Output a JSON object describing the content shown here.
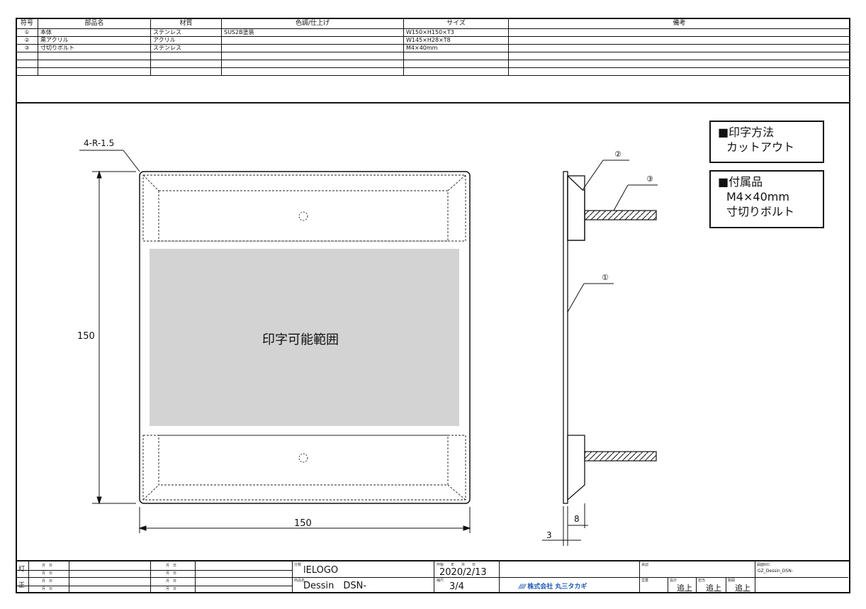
{
  "parts_table": {
    "headers": {
      "symbol": "符号",
      "name": "部品名",
      "material": "材質",
      "finish": "色調/仕上げ",
      "size": "サイズ",
      "remarks": "備考"
    },
    "rows": [
      {
        "symbol": "①",
        "name": "本体",
        "material": "ステンレス",
        "finish": "SUS2B塗装",
        "size": "W150×H150×T3",
        "remarks": ""
      },
      {
        "symbol": "②",
        "name": "黒アクリル",
        "material": "アクリル",
        "finish": "",
        "size": "W145×H28×T8",
        "remarks": ""
      },
      {
        "symbol": "③",
        "name": "寸切りボルト",
        "material": "ステンレス",
        "finish": "",
        "size": "M4×40mm",
        "remarks": ""
      },
      {
        "symbol": "",
        "name": "",
        "material": "",
        "finish": "",
        "size": "",
        "remarks": ""
      },
      {
        "symbol": "",
        "name": "",
        "material": "",
        "finish": "",
        "size": "",
        "remarks": ""
      },
      {
        "symbol": "",
        "name": "",
        "material": "",
        "finish": "",
        "size": "",
        "remarks": ""
      }
    ]
  },
  "drawing": {
    "corner_radius_label": "4-R-1.5",
    "height_dimension": "150",
    "width_dimension": "150",
    "print_area_label": "印字可能範囲",
    "side_callouts": {
      "body": "①",
      "acrylic": "②",
      "bolt": "③"
    },
    "thickness_dimension": "3",
    "depth_dimension": "8"
  },
  "notes": {
    "print_method_title": "■印字方法",
    "print_method_value": "カットアウト",
    "accessory_title": "■付属品",
    "accessory_value_1": "M4×40mm",
    "accessory_value_2": "寸切りボルト"
  },
  "title_block": {
    "revision_left_label": "訂",
    "revision_left_label_2": "正",
    "month_day": "月　日",
    "category_label": "分類",
    "category_value": "lELOGO",
    "product_name_label": "商品名",
    "product_name_value": "Dessin　DSN-",
    "date_label": "作製　　年　　月　　日",
    "date_value": "2020/2/13",
    "scale_label": "縮尺",
    "scale_value": "3/4",
    "company": "株式会社 丸三タカギ",
    "approval_label": "承認",
    "sales_label": "営業",
    "design_label": "設計",
    "check_label": "担当",
    "drafting_label": "製図",
    "design_value": "追上",
    "check_value": "追上",
    "drafting_value": "追上",
    "drawing_no_label": "図面NO.",
    "drawing_no_value": "GZ_Dessin_DSN-"
  }
}
